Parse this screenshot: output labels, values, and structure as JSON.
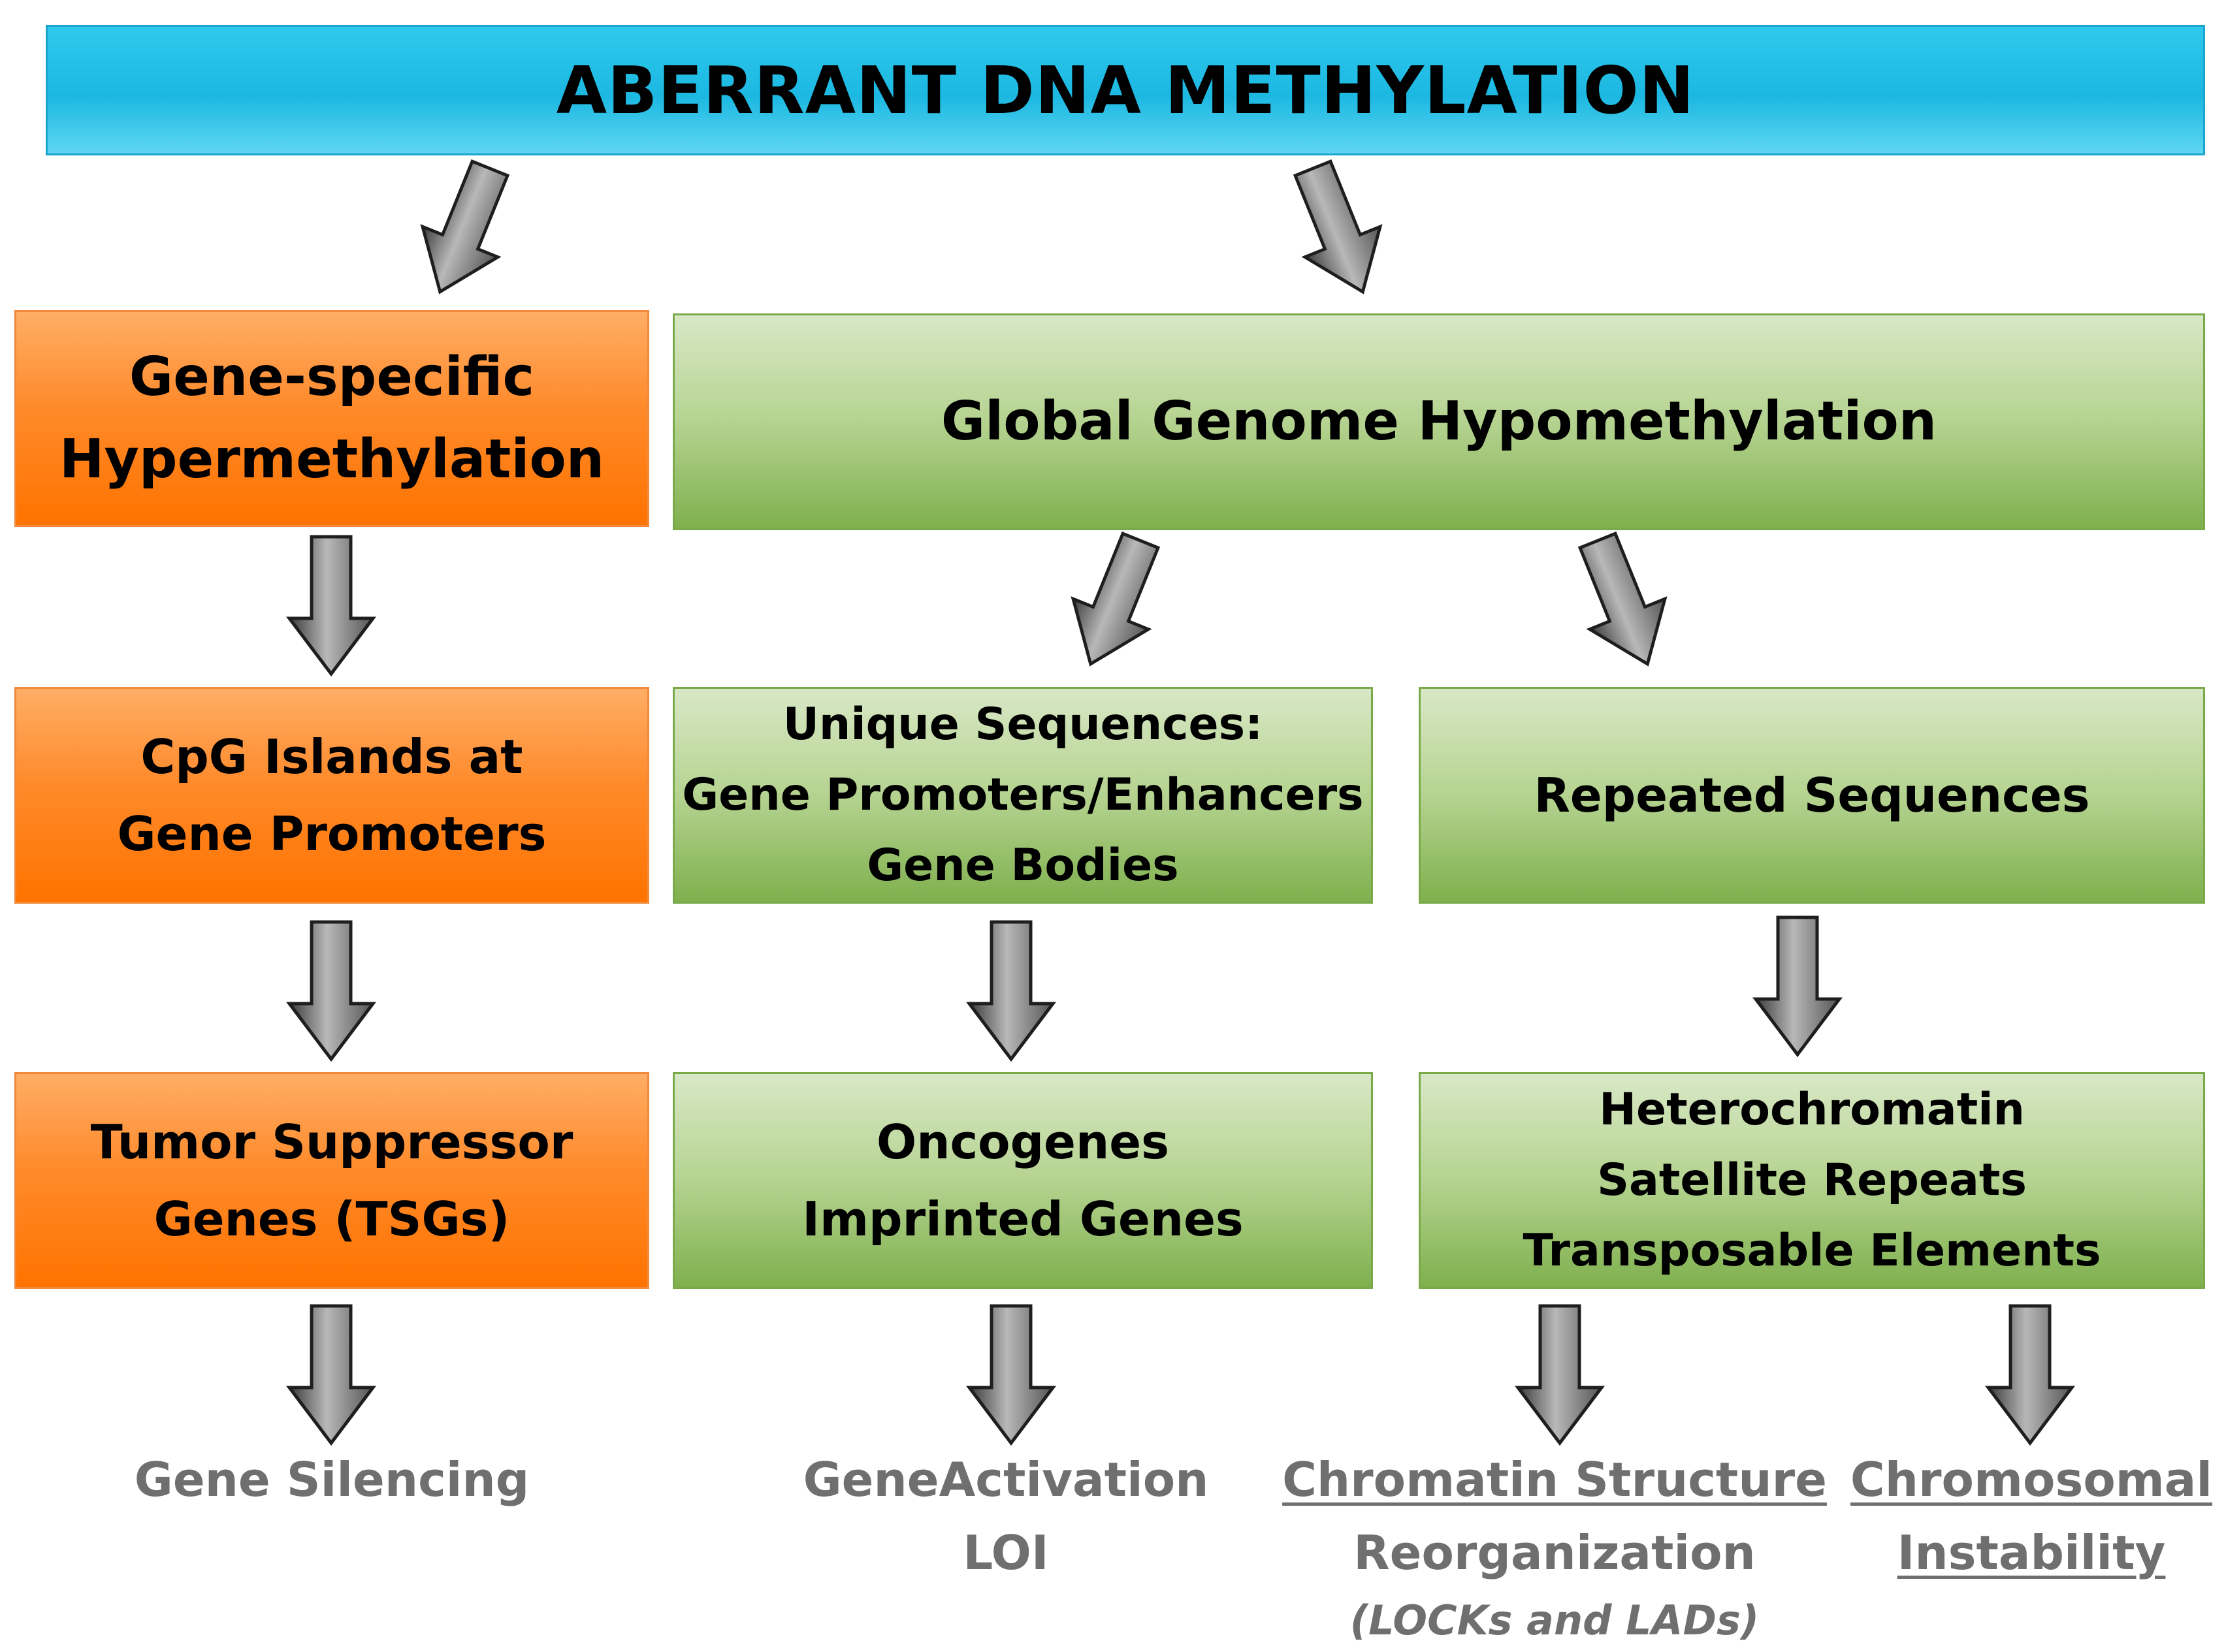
{
  "title": "ABERRANT DNA METHYLATION",
  "boxes": {
    "hyper": [
      "Gene-specific",
      "Hypermethylation"
    ],
    "hypo": [
      "Global Genome Hypomethylation"
    ],
    "cpg": [
      "CpG Islands at",
      "Gene Promoters"
    ],
    "unique": [
      "Unique  Sequences:",
      "Gene Promoters/Enhancers",
      "Gene  Bodies"
    ],
    "repeated": [
      "Repeated Sequences"
    ],
    "tsg": [
      "Tumor Suppressor",
      "Genes (TSGs)"
    ],
    "onco": [
      "Oncogenes",
      "Imprinted Genes"
    ],
    "hetero": [
      "Heterochromatin",
      "Satellite Repeats",
      "Transposable Elements"
    ]
  },
  "outcomes": {
    "silencing": [
      "Gene Silencing"
    ],
    "activation": [
      "GeneActivation",
      "LOI"
    ],
    "chromatin": [
      "Chromatin Structure",
      "Reorganization",
      "(LOCKs and LADs)"
    ],
    "chromosomal": [
      "Chromosomal",
      "Instability"
    ]
  },
  "colors": {
    "title": "#1cb8e2",
    "orange": "#ff7300",
    "green": "#8dbb5a",
    "outcome_text": "#6f6f6f"
  }
}
